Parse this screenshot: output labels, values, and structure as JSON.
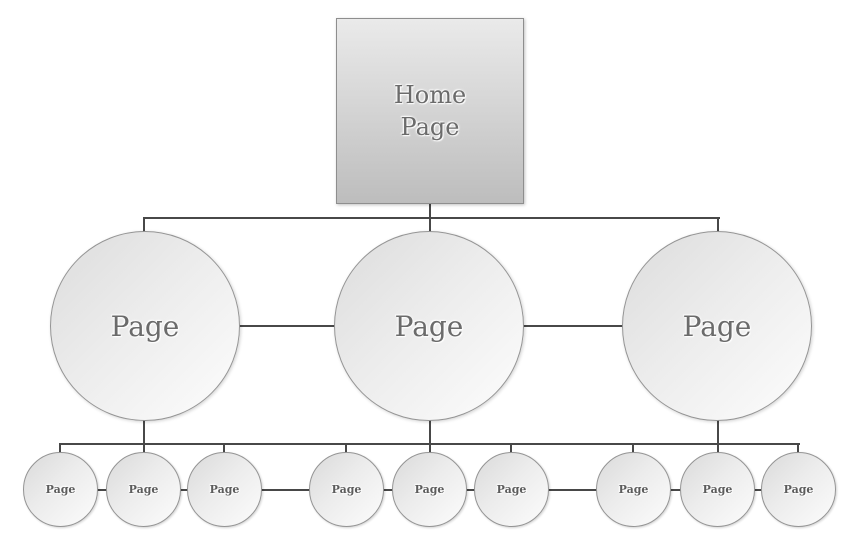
{
  "diagram": {
    "kind": "sitemap-hierarchy",
    "root": {
      "label": "Home Page",
      "shape": "square"
    },
    "level2": [
      {
        "label": "Page",
        "shape": "circle"
      },
      {
        "label": "Page",
        "shape": "circle"
      },
      {
        "label": "Page",
        "shape": "circle"
      }
    ],
    "level3": [
      {
        "label": "Page",
        "shape": "circle"
      },
      {
        "label": "Page",
        "shape": "circle"
      },
      {
        "label": "Page",
        "shape": "circle"
      },
      {
        "label": "Page",
        "shape": "circle"
      },
      {
        "label": "Page",
        "shape": "circle"
      },
      {
        "label": "Page",
        "shape": "circle"
      },
      {
        "label": "Page",
        "shape": "circle"
      },
      {
        "label": "Page",
        "shape": "circle"
      },
      {
        "label": "Page",
        "shape": "circle"
      }
    ],
    "colors": {
      "background": "#ffffff",
      "connector": "#484848",
      "node_border": "#949494",
      "root_fill_top": "#eaeaea",
      "root_fill_bottom": "#bdbdbd",
      "circle_fill_dark": "#dcdcdc",
      "circle_fill_light": "#fdfdfd",
      "label_text": "#6b6b6b"
    }
  }
}
